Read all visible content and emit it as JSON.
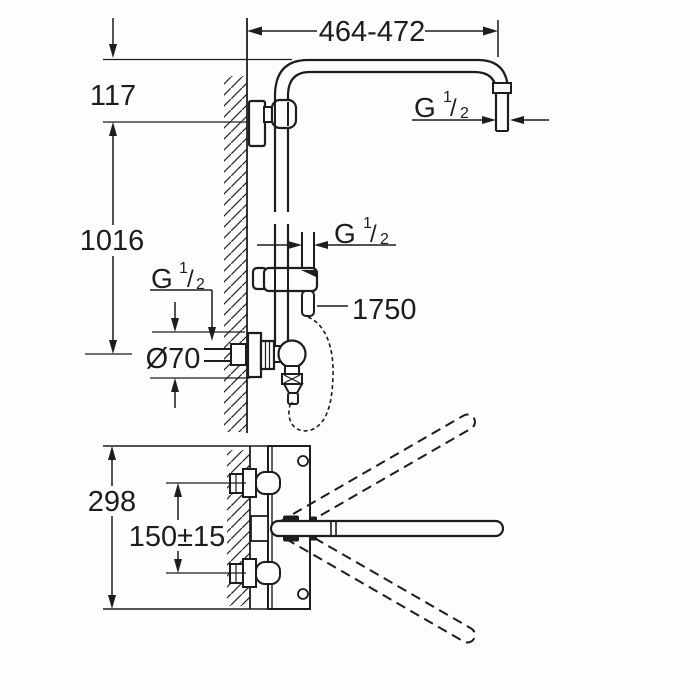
{
  "colors": {
    "line": "#1d1d1d",
    "background": "#fdfdfd"
  },
  "dimensions": {
    "arm_width": "464-472",
    "head_offset": "117",
    "rail_height": "1016",
    "flange_diameter": "Ø70",
    "hose_length": "1750",
    "body_height": "298",
    "inlet_spacing": "150±15"
  },
  "thread_label": {
    "letter": "G",
    "numerator": "1",
    "slash": "/",
    "denominator": "2"
  }
}
